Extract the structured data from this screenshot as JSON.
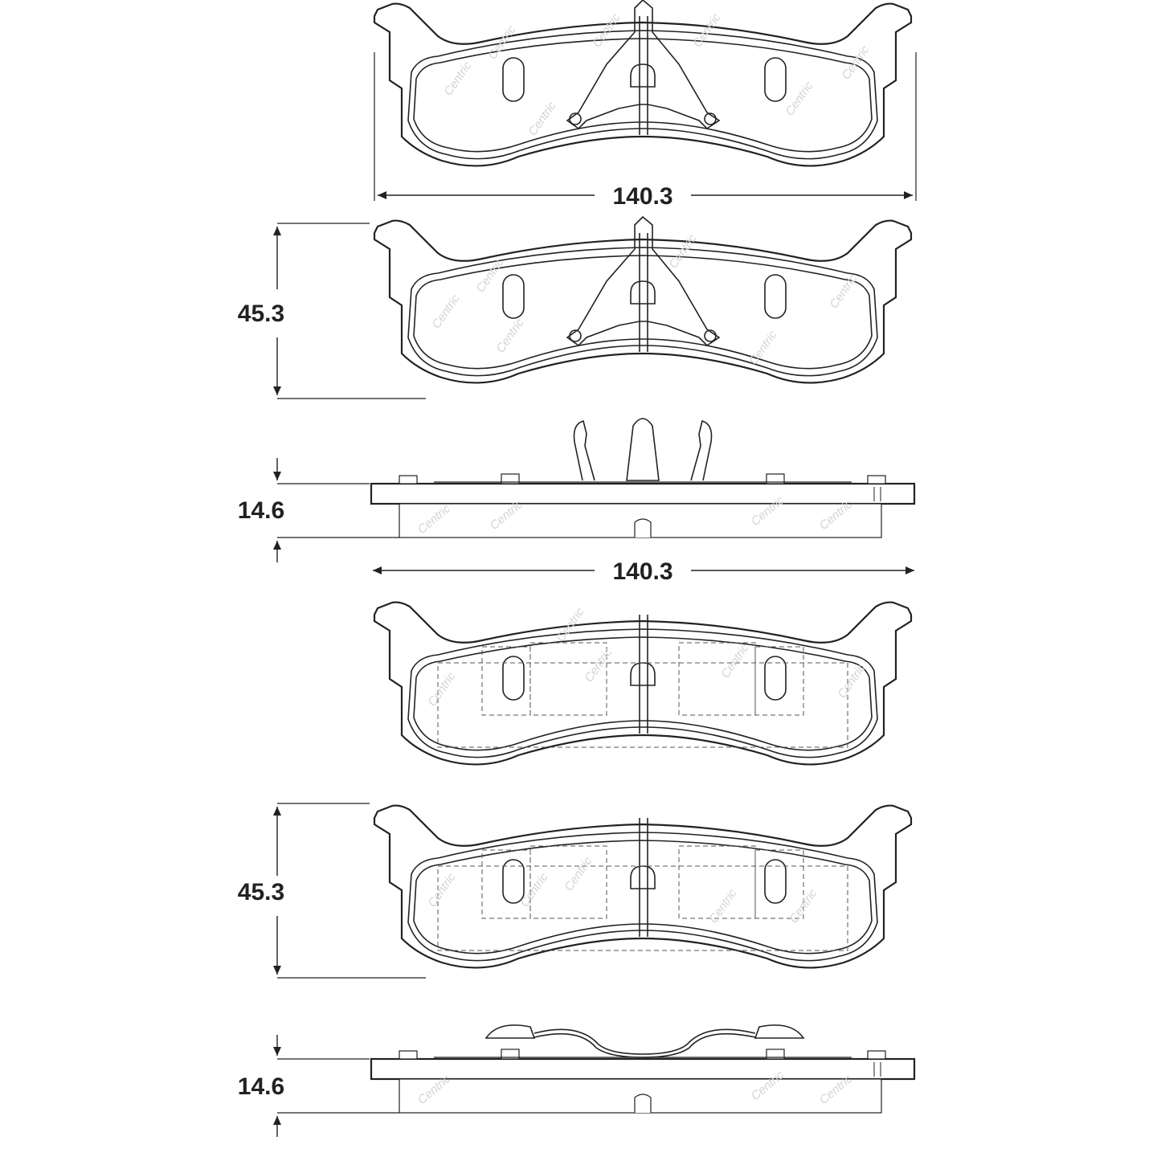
{
  "dimensions": {
    "view1_width": "140.3",
    "view2_height": "45.3",
    "view3_thickness": "14.6",
    "view3_width": "140.3",
    "view5_height": "45.3",
    "view6_thickness": "14.6"
  },
  "watermark": "Centric",
  "colors": {
    "line": "#222222",
    "watermark": "#d4d4d4",
    "background": "#ffffff"
  }
}
